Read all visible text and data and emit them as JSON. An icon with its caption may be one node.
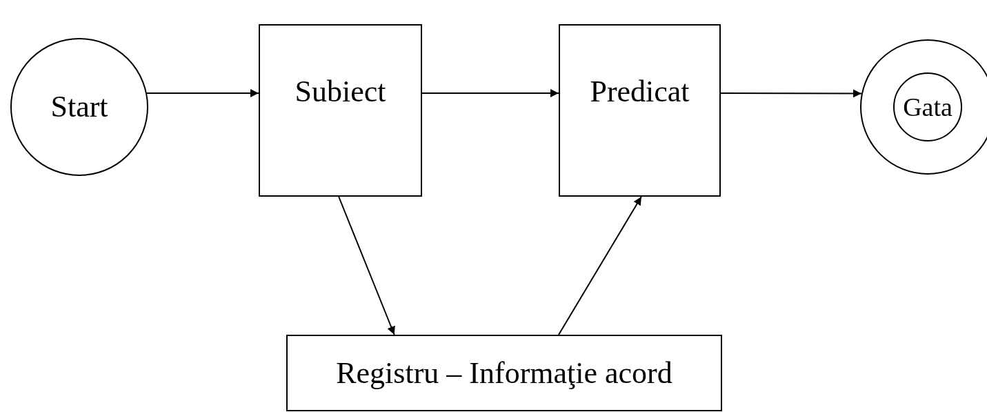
{
  "diagram": {
    "nodes": [
      {
        "text": [
          "Start"
        ]
      },
      {
        "text": [
          "Subiect"
        ]
      },
      {
        "text": [
          "Predicat"
        ]
      },
      {
        "text": [
          "Gata"
        ]
      },
      {
        "text": [
          "Registru – Informaţie acord"
        ]
      }
    ],
    "edges": [
      {
        "from": 0,
        "to": 1,
        "arrow": "to"
      },
      {
        "from": 1,
        "to": 2,
        "arrow": "to"
      },
      {
        "from": 2,
        "to": 3,
        "arrow": "to"
      },
      {
        "from": 1,
        "to": 4,
        "arrow": "to"
      },
      {
        "from": 4,
        "to": 2,
        "arrow": "to"
      }
    ]
  }
}
